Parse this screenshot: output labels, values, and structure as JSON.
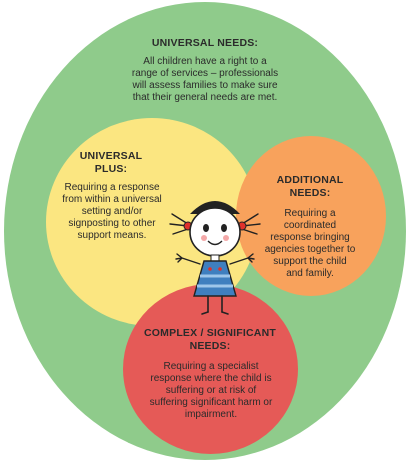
{
  "outer": {
    "title": "UNIVERSAL NEEDS:",
    "body": "All children have a right to a range of services – professionals will assess families to make sure that their general needs are met."
  },
  "universal_plus": {
    "title": "UNIVERSAL PLUS:",
    "body": "Requiring a response from within a universal setting and/or signposting to other support means."
  },
  "additional": {
    "title": "ADDITIONAL NEEDS:",
    "body": "Requiring a coordinated response bringing agencies together to support the child and family."
  },
  "complex": {
    "title": "COMPLEX / SIGNIFICANT NEEDS:",
    "body": "Requiring a specialist response where the child is suffering or at risk of suffering significant harm or impairment."
  },
  "colors": {
    "universal": "#8fcb8b",
    "universal_plus": "#fbe681",
    "additional": "#f8a25c",
    "complex": "#e55a57"
  }
}
